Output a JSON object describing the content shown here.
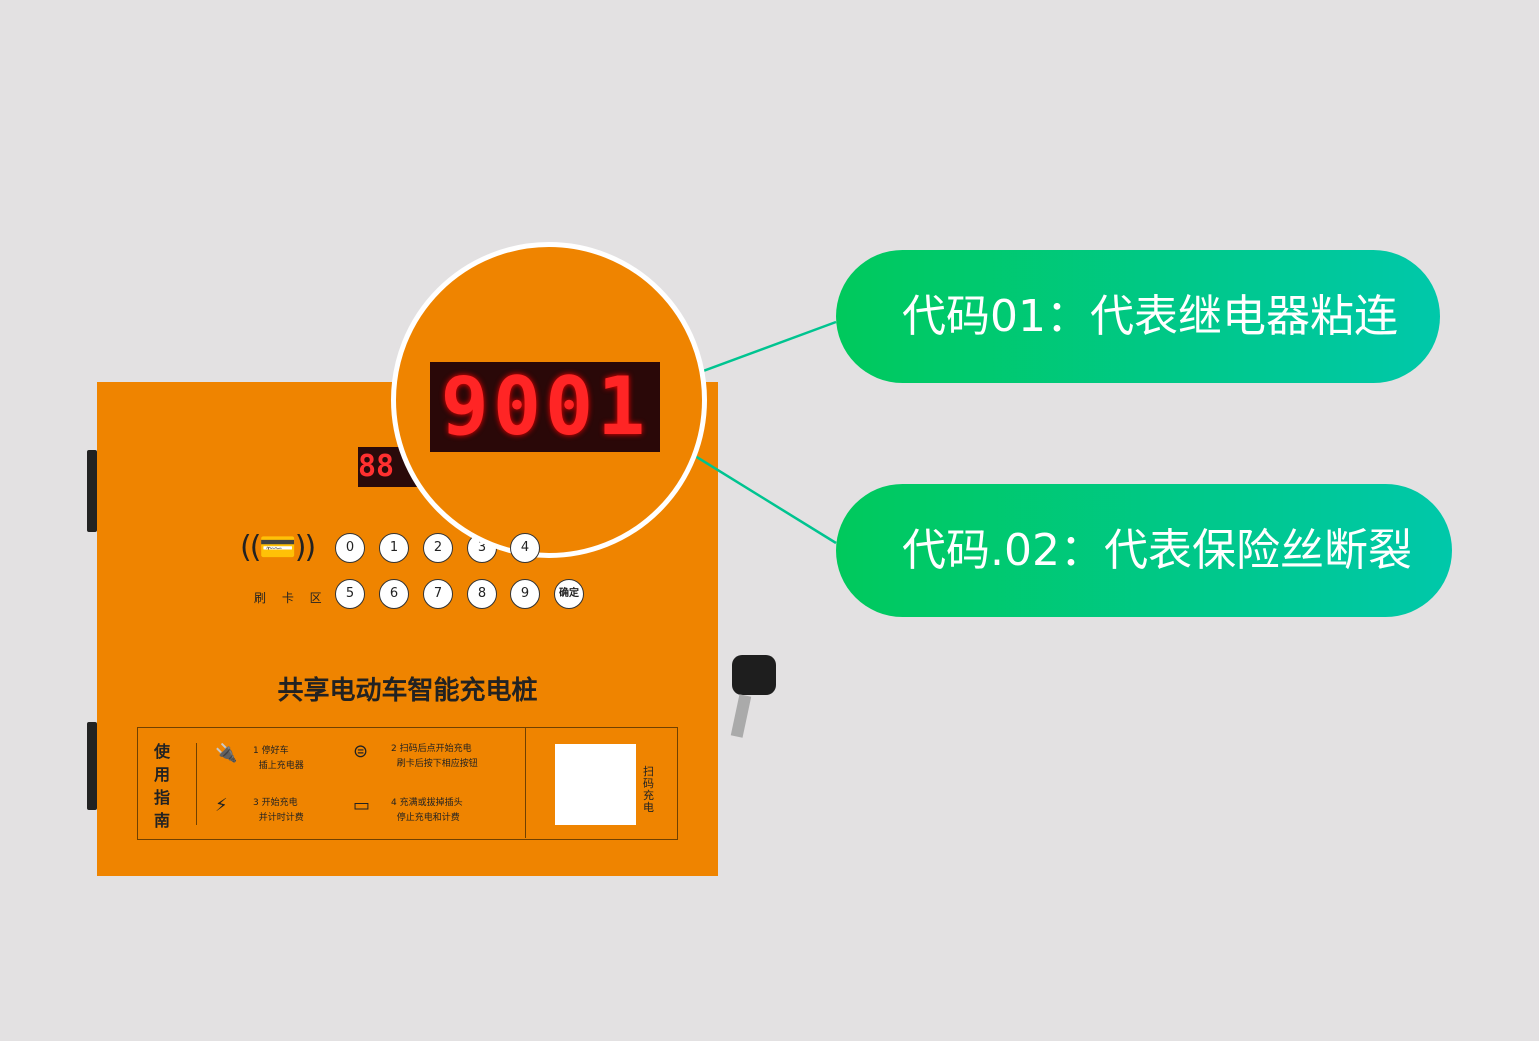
{
  "device": {
    "small_display": "88",
    "card_zone_icon": "rfid-card-icon",
    "card_zone_label": "刷 卡 区",
    "keypad": [
      "0",
      "1",
      "2",
      "3",
      "4",
      "5",
      "6",
      "7",
      "8",
      "9",
      "确定"
    ],
    "title": "共享电动车智能充电桩",
    "guide": {
      "title": "使用指南",
      "steps": [
        {
          "icon": "plug-icon",
          "num": "1",
          "line1": "停好车",
          "line2": "插上充电器"
        },
        {
          "icon": "scan-icon",
          "num": "2",
          "line1": "扫码后点开始充电",
          "line2": "刷卡后按下相应按钮"
        },
        {
          "icon": "lightning-icon",
          "num": "3",
          "line1": "开始充电",
          "line2": "并计时计费"
        },
        {
          "icon": "battery-icon",
          "num": "4",
          "line1": "充满或拔掉插头",
          "line2": "停止充电和计费"
        }
      ],
      "qr_label": "扫码充电"
    }
  },
  "zoom_display": "9001",
  "callouts": [
    {
      "text": "代码01：代表继电器粘连"
    },
    {
      "text": "代码.02：代表保险丝断裂"
    }
  ],
  "colors": {
    "panel": "#ef8400",
    "callout_start": "#00c95c",
    "callout_end": "#00c8aa",
    "background": "#e3e1e2"
  }
}
